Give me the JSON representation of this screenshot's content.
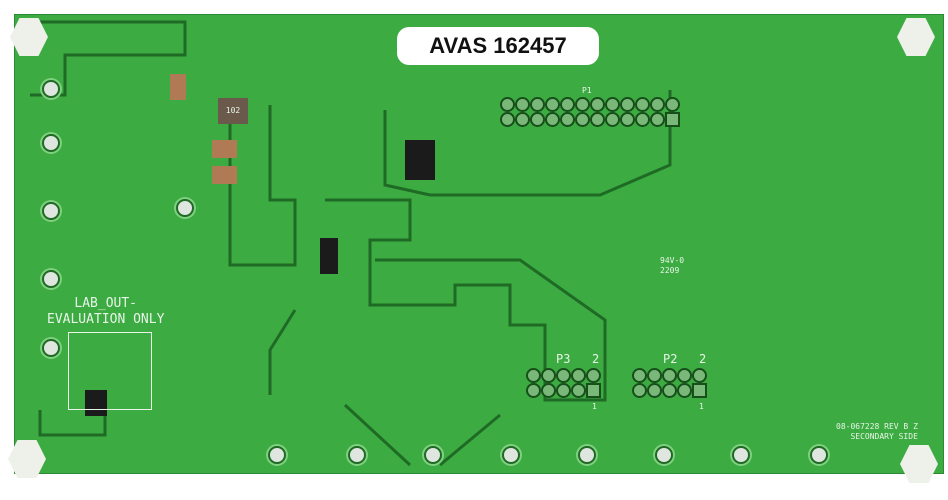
{
  "label": "AVAS 162457",
  "silkscreen": {
    "lab_out": "LAB_OUT-\nEVALUATION ONLY",
    "ul_mark": "94V-0\n2209",
    "p1": "P1",
    "p2": "P2",
    "p2_pin2": "2",
    "p2_pin1": "1",
    "p3": "P3",
    "p3_pin2": "2",
    "p3_pin1": "1",
    "board_id": "08-067228 REV B Z\nSECONDARY SIDE",
    "inductor": "102"
  },
  "colors": {
    "board": "#3cab42",
    "trace": "#1f6b25"
  }
}
